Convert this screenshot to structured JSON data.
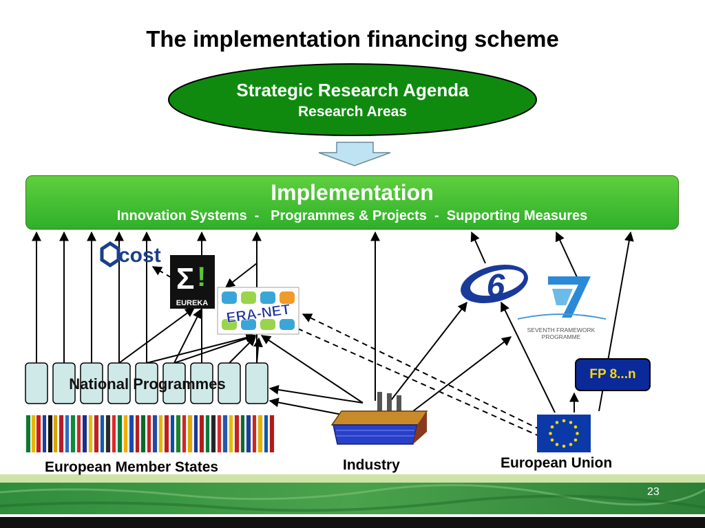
{
  "slide": {
    "title": "The implementation financing scheme",
    "page_number": "23"
  },
  "agenda": {
    "title": "Strategic Research Agenda",
    "subtitle": "Research Areas"
  },
  "implementation": {
    "title": "Implementation",
    "subtitle": "Innovation Systems  -   Programmes & Projects  -  Supporting Measures"
  },
  "logos": {
    "cost": "cost",
    "eureka": "EUREKA",
    "eranet": "ERA-NET",
    "fp6": "6",
    "fp7_line1": "SEVENTH FRAMEWORK",
    "fp7_line2": "PROGRAMME"
  },
  "fp8": {
    "label": "FP 8...n"
  },
  "national_programmes": {
    "label": "National Programmes"
  },
  "captions": {
    "member_states": "European Member States",
    "industry": "Industry",
    "european_union": "European Union"
  },
  "colors": {
    "agenda_green": "#0f8a0f",
    "implementation_green": "#3cbf35",
    "fp8_blue": "#0b2a9a",
    "fp8_text": "#ffd900",
    "programme_box": "#cfe8e8",
    "footer_green": "#2e8a3a"
  }
}
